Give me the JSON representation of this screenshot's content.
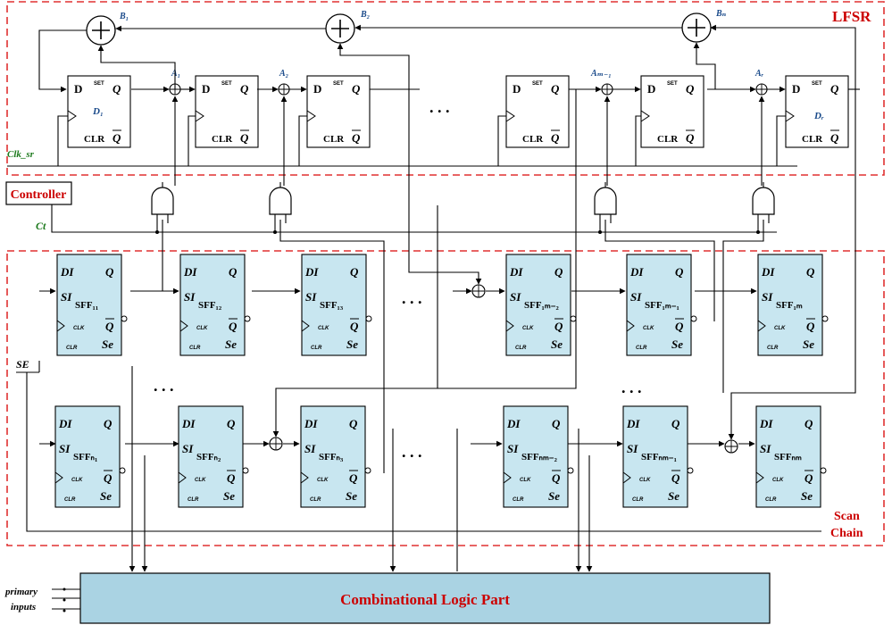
{
  "lfsr": {
    "label": "LFSR",
    "clk_label": "Clk_sr",
    "ff_D": "D",
    "ff_set": "SET",
    "ff_Q": "Q",
    "ff_clr": "CLR",
    "ff_qbar": "Q",
    "first_ff_tag": "D₁",
    "last_ff_tag": "Dᵣ",
    "xor_tags": [
      "A₁",
      "A₂",
      "Aₘ₋₁",
      "Aᵣ"
    ],
    "adder_tags": [
      "B₁",
      "B₂",
      "Bₙ"
    ],
    "dots": ". . ."
  },
  "controller": {
    "label": "Controller",
    "ct_label": "Ct"
  },
  "scan_chain": {
    "label_line1": "Scan",
    "label_line2": "Chain",
    "se_label": "SE",
    "sff_DI": "DI",
    "sff_Q": "Q",
    "sff_SI": "SI",
    "sff_clk": "CLK",
    "sff_clr": "CLR",
    "sff_qbar": "Q",
    "sff_se": "Se",
    "row1_names": [
      "SFF₁₁",
      "SFF₁₂",
      "SFF₁₃",
      "SFF₁ₘ₋₂",
      "SFF₁ₘ₋₁",
      "SFF₁ₘ"
    ],
    "row2_names": [
      "SFFₙ₁",
      "SFFₙ₂",
      "SFFₙ₃",
      "SFFₙₘ₋₂",
      "SFFₙₘ₋₁",
      "SFFₙₘ"
    ],
    "dots": ". . .",
    "vdots": ". . ."
  },
  "combinational": {
    "label": "Combinational Logic Part",
    "primary_line1": "primary",
    "primary_line2": "inputs"
  },
  "colors": {
    "region_border": "#e03131",
    "region_label": "#cc0000",
    "sff_fill": "#c8e6f0",
    "logic_fill": "#aad3e3",
    "tag_blue": "#1a4a8a",
    "clk_green": "#1e7a1e"
  }
}
